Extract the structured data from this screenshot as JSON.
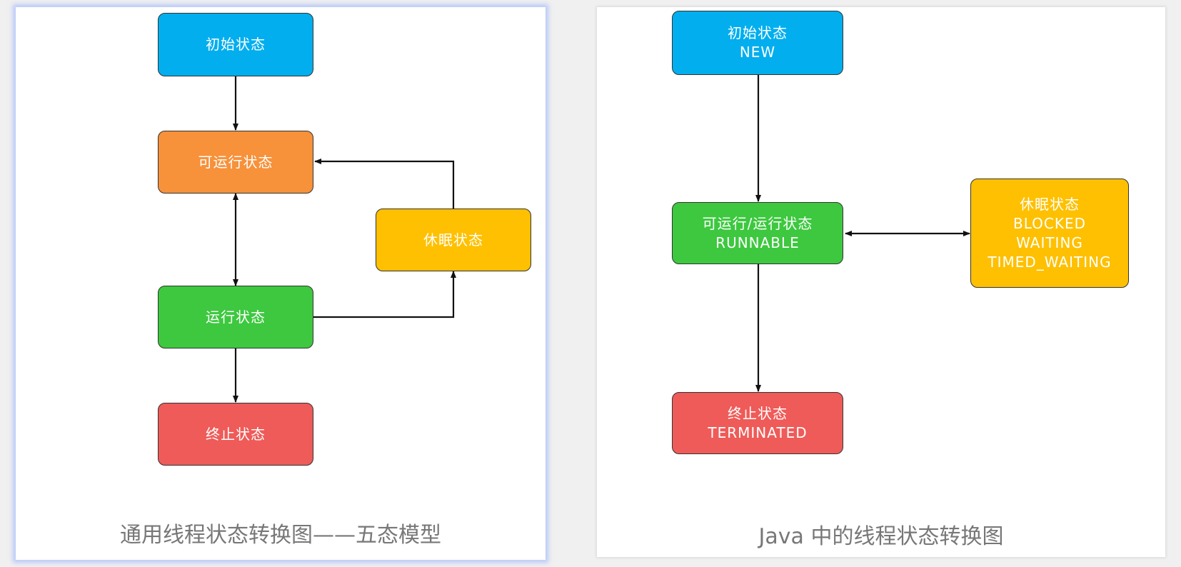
{
  "colors": {
    "initial": "#02aeee",
    "runnable": "#f7913a",
    "sleep": "#fec000",
    "running": "#3dc83f",
    "terminated": "#ee5b58",
    "edge": "#111111",
    "caption": "#777777"
  },
  "left": {
    "nodes": {
      "initial": "初始状态",
      "runnable": "可运行状态",
      "sleep": "休眠状态",
      "running": "运行状态",
      "terminated": "终止状态"
    },
    "caption": "通用线程状态转换图——五态模型"
  },
  "right": {
    "nodes": {
      "new": {
        "line1": "初始状态",
        "line2": "NEW"
      },
      "runnable": {
        "line1": "可运行/运行状态",
        "line2": "RUNNABLE"
      },
      "sleep": {
        "line1": "休眠状态",
        "line2": "BLOCKED",
        "line3": "WAITING",
        "line4": "TIMED_WAITING"
      },
      "terminated": {
        "line1": "终止状态",
        "line2": "TERMINATED"
      }
    },
    "caption": "Java 中的线程状态转换图"
  }
}
